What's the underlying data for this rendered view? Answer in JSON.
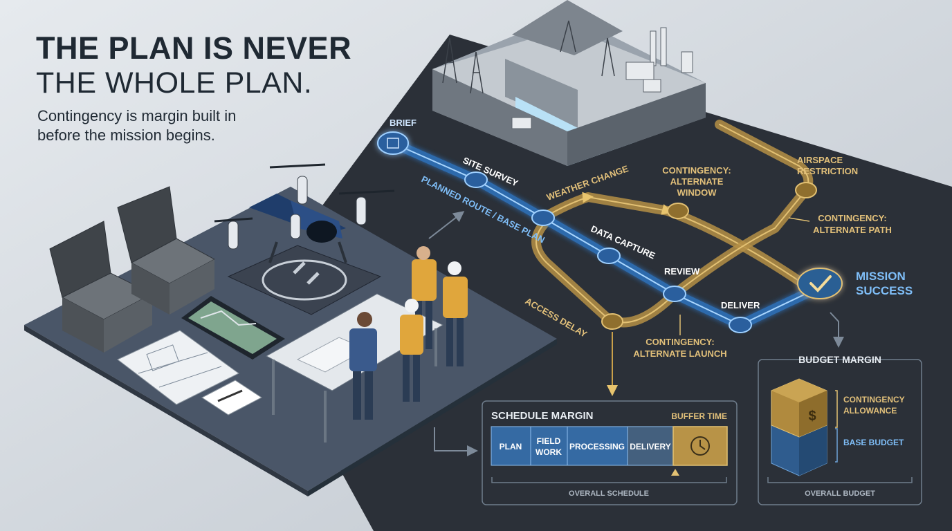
{
  "header": {
    "title_line1": "THE PLAN IS NEVER",
    "title_line2": "THE WHOLE PLAN.",
    "subtitle_line1": "Contingency is margin built in",
    "subtitle_line2": "before the mission begins."
  },
  "route": {
    "planned_label": "PLANNED ROUTE / BASE PLAN",
    "nodes": {
      "brief": "BRIEF",
      "site_survey": "SITE SURVEY",
      "data_capture": "DATA CAPTURE",
      "review": "REVIEW",
      "deliver": "DELIVER",
      "mission_success_1": "MISSION",
      "mission_success_2": "SUCCESS"
    },
    "disruptions": {
      "weather_change": "WEATHER CHANGE",
      "access_delay": "ACCESS DELAY",
      "airspace_1": "AIRSPACE",
      "airspace_2": "RESTRICTION"
    },
    "contingencies": {
      "alt_window_1": "CONTINGENCY:",
      "alt_window_2": "ALTERNATE",
      "alt_window_3": "WINDOW",
      "alt_path_1": "CONTINGENCY:",
      "alt_path_2": "ALTERNATE PATH",
      "alt_launch_1": "CONTINGENCY:",
      "alt_launch_2": "ALTERNATE LAUNCH"
    }
  },
  "schedule": {
    "title": "SCHEDULE MARGIN",
    "buffer_label": "BUFFER TIME",
    "segments": [
      "PLAN",
      "FIELD",
      "WORK",
      "PROCESSING",
      "DELIVERY"
    ],
    "footer": "OVERALL SCHEDULE"
  },
  "budget": {
    "title": "BUDGET MARGIN",
    "contingency_1": "CONTINGENCY",
    "contingency_2": "ALLOWANCE",
    "base": "BASE BUDGET",
    "footer": "OVERALL BUDGET",
    "currency_symbol": "$"
  },
  "colors": {
    "background_light": "#d7dde3",
    "board_dark": "#2b3038",
    "plan_blue": "#4aa3f0",
    "contingency_gold": "#c9a04a",
    "label_gold": "#e2c07a",
    "platform": "#4a5668"
  }
}
